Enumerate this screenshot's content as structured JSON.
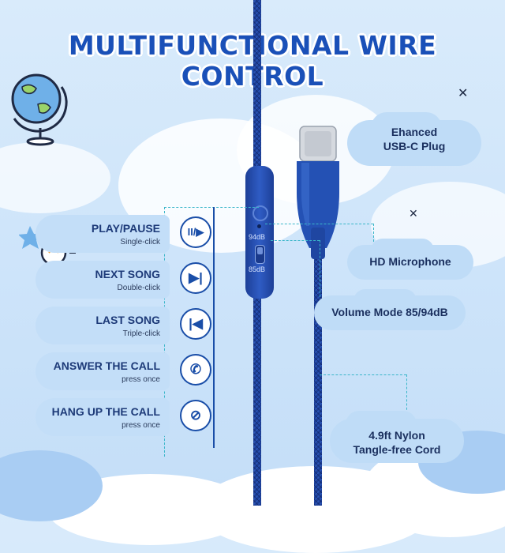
{
  "title": "MULTIFUNCTIONAL WIRE CONTROL",
  "callouts": {
    "plug": [
      "Ehanced",
      "USB-C Plug"
    ],
    "mic": "HD Microphone",
    "volume": "Volume Mode 85/94dB",
    "cord": [
      "4.9ft Nylon",
      "Tangle-free Cord"
    ]
  },
  "remote": {
    "top_label": "94dB",
    "bottom_label": "85dB"
  },
  "functions": [
    {
      "title": "PLAY/PAUSE",
      "sub": "Single-click",
      "icon": "play-pause-icon",
      "glyph": "II/▶"
    },
    {
      "title": "NEXT SONG",
      "sub": "Double-click",
      "icon": "next-track-icon",
      "glyph": "▶|"
    },
    {
      "title": "LAST SONG",
      "sub": "Triple-click",
      "icon": "previous-track-icon",
      "glyph": "|◀"
    },
    {
      "title": "ANSWER THE CALL",
      "sub": "press once",
      "icon": "phone-answer-icon",
      "glyph": "✆"
    },
    {
      "title": "HANG UP THE CALL",
      "sub": "press once",
      "icon": "phone-hangup-icon",
      "glyph": "⊘"
    }
  ],
  "colors": {
    "accent": "#1a50b8",
    "cable": "#1d3f97",
    "dash": "#3ab6c9",
    "background": "#d2e7fa"
  }
}
